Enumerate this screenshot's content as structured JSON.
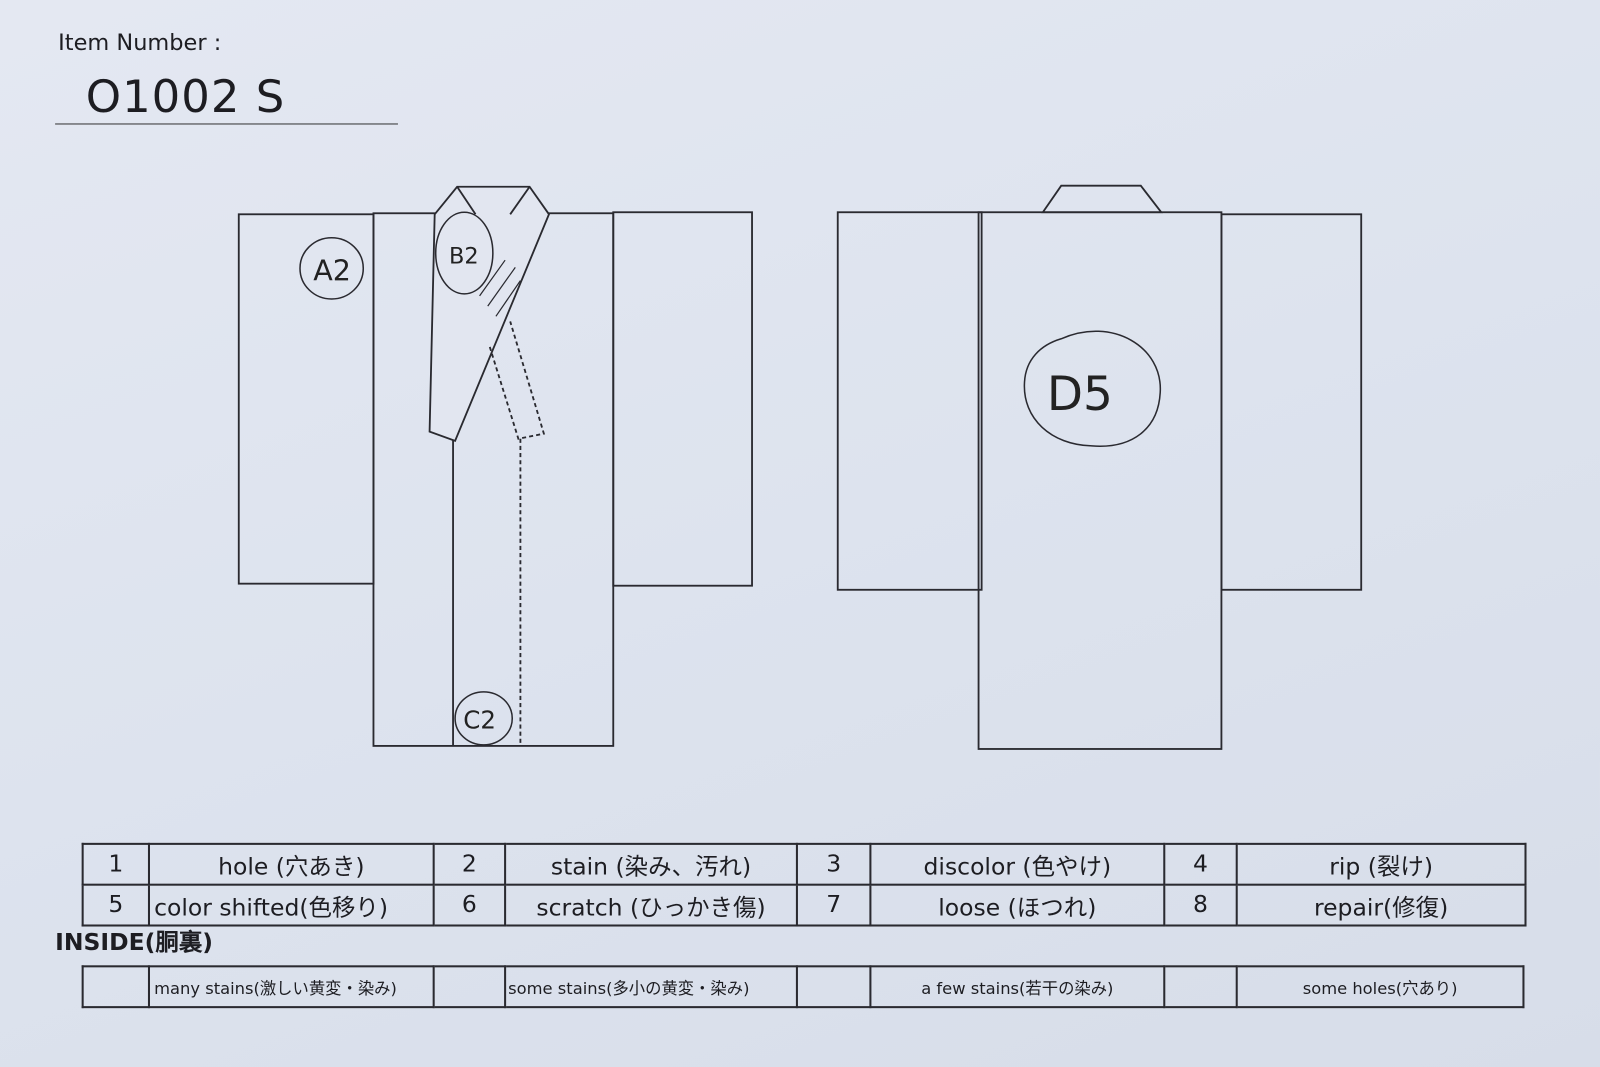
{
  "header": {
    "item_label": "Item Number :",
    "item_number": "O1002   S"
  },
  "annotations": {
    "a": "A2",
    "b": "B2",
    "c": "C2",
    "d": "D5"
  },
  "legend": [
    [
      {
        "num": "1",
        "label": "hole (穴あき)"
      },
      {
        "num": "2",
        "label": "stain (染み、汚れ)"
      },
      {
        "num": "3",
        "label": "discolor (色やけ)"
      },
      {
        "num": "4",
        "label": "rip (裂け)"
      }
    ],
    [
      {
        "num": "5",
        "label": "color shifted(色移り)"
      },
      {
        "num": "6",
        "label": "scratch (ひっかき傷)"
      },
      {
        "num": "7",
        "label": "loose (ほつれ)"
      },
      {
        "num": "8",
        "label": "repair(修復)"
      }
    ]
  ],
  "inside": {
    "title": "INSIDE(胴裏)",
    "options": [
      "many stains(激しい黄変・染み)",
      "some stains(多小の黄変・染み)",
      "a few stains(若干の染み)",
      "some holes(穴あり)"
    ]
  }
}
